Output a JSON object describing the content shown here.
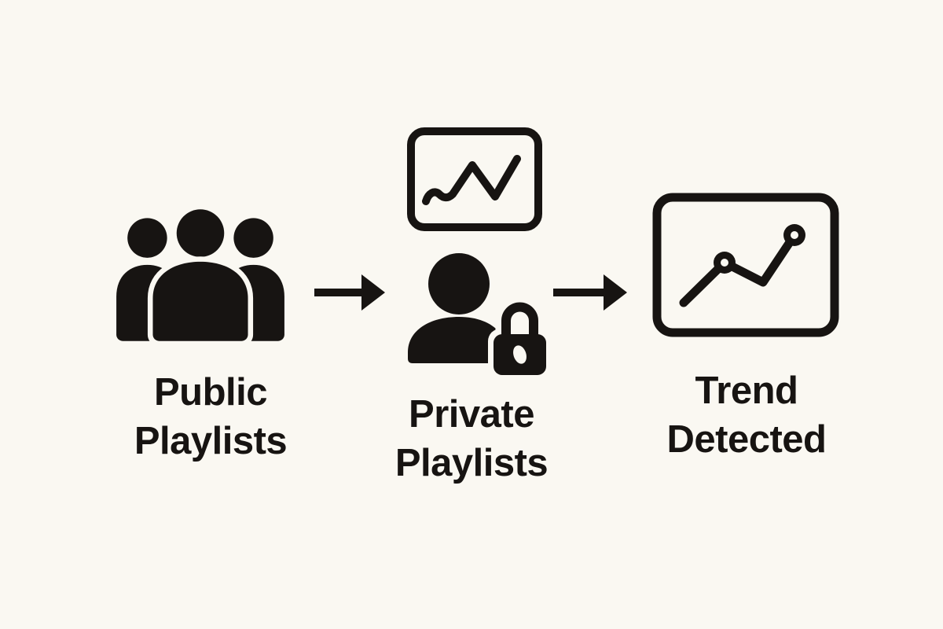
{
  "canvas": {
    "background": "#faf8f2",
    "ink": "#171412"
  },
  "diagram": {
    "type": "flow-left-to-right",
    "steps": [
      {
        "name": "public-playlists",
        "line1": "Public",
        "line2": "Playlists",
        "icons": [
          "people-group-icon"
        ]
      },
      {
        "name": "private-playlists",
        "line1": "Private",
        "line2": "Playlists",
        "icons": [
          "line-chart-card-icon",
          "person-lock-icon"
        ]
      },
      {
        "name": "trend-detected",
        "line1": "Trend",
        "line2": "Detected",
        "icons": [
          "line-chart-points-card-icon"
        ]
      }
    ],
    "connectors": [
      "arrow-right",
      "arrow-right"
    ]
  }
}
